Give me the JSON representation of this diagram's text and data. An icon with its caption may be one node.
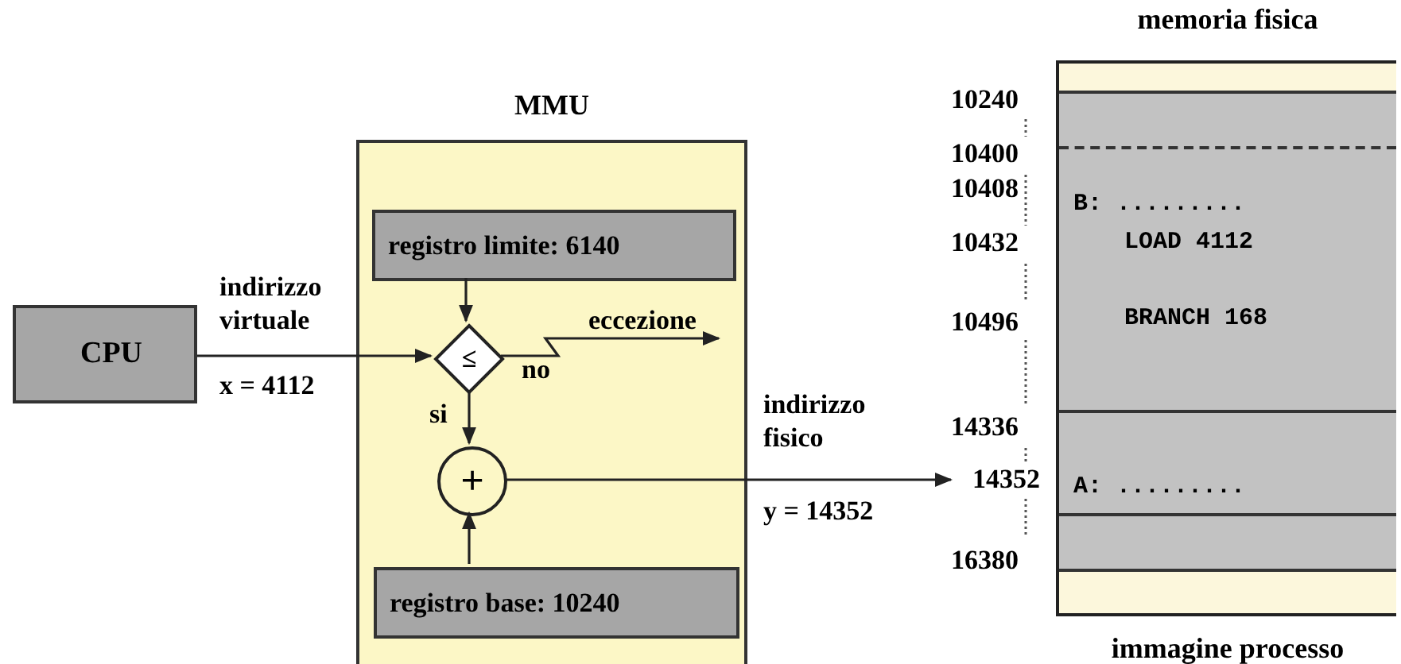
{
  "diagram": {
    "nodes": [
      {
        "text": [
          "CPU"
        ]
      },
      {
        "text": [
          "MMU"
        ]
      },
      {
        "text": [
          "registro limite: 6140"
        ],
        "in": 1
      },
      {
        "text": [
          "≤"
        ],
        "in": 1
      },
      {
        "text": [
          "+"
        ],
        "in": 1
      },
      {
        "text": [
          "registro  base: 10240"
        ],
        "in": 1
      },
      {
        "text": [
          "memoria fisica"
        ],
        "beside": [
          "immagine processo"
        ]
      },
      {
        "text": [
          "14352"
        ]
      },
      {
        "text": [
          "eccezione"
        ],
        "in": 1
      },
      {
        "text": [],
        "shape": "box",
        "in": 6
      }
    ],
    "edges": [
      {
        "from": 0,
        "to": 3,
        "arrow": "to",
        "label": "indirizzo virtuale"
      },
      {
        "from": 2,
        "to": 3,
        "arrow": "to"
      },
      {
        "from": 3,
        "to": 4,
        "arrow": "to",
        "label": "si"
      },
      {
        "from": 5,
        "to": 4,
        "arrow": "to"
      },
      {
        "from": 3,
        "to": 8,
        "arrow": "to",
        "label": "no"
      },
      {
        "from": 4,
        "to": 7,
        "arrow": "to",
        "label": "indirizzo fisico"
      }
    ],
    "labels": [
      "x = 4112",
      "y = 14352",
      "10240",
      "10400",
      "10408",
      "10432",
      "10496",
      "14336",
      "16380",
      "B: .........",
      "LOAD 4112",
      "BRANCH 168",
      "A: ........."
    ]
  }
}
